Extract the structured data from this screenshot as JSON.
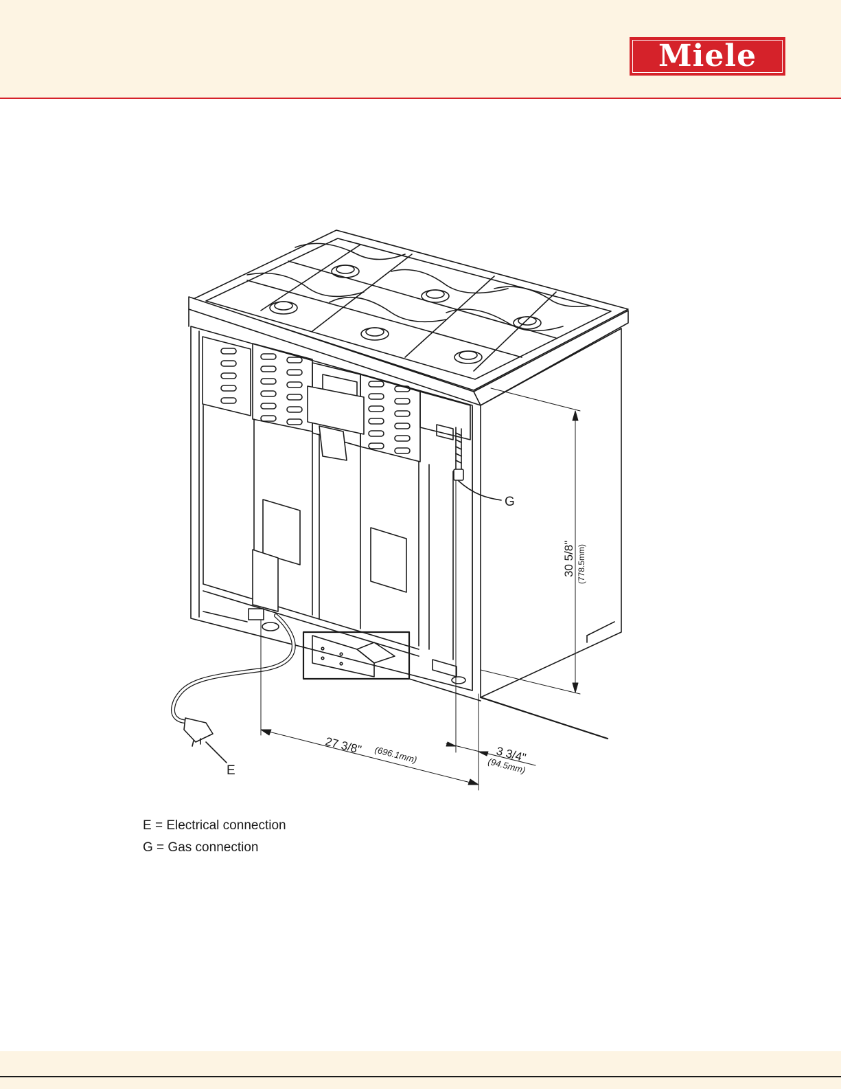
{
  "header": {
    "brand": "Miele",
    "brand_color": "#d5222a",
    "background_color": "#fdf4e3"
  },
  "diagram": {
    "callouts": {
      "gas": "G",
      "electrical": "E"
    },
    "dimensions": {
      "height_in": "30 5/8\"",
      "height_mm": "(778.5mm)",
      "width_in": "27 3/8\"",
      "width_mm": "(696.1mm)",
      "depth_in": "3 3/4\"",
      "depth_mm": "(94.5mm)"
    }
  },
  "legend": {
    "items": [
      "E = Electrical connection",
      "G = Gas connection"
    ]
  }
}
